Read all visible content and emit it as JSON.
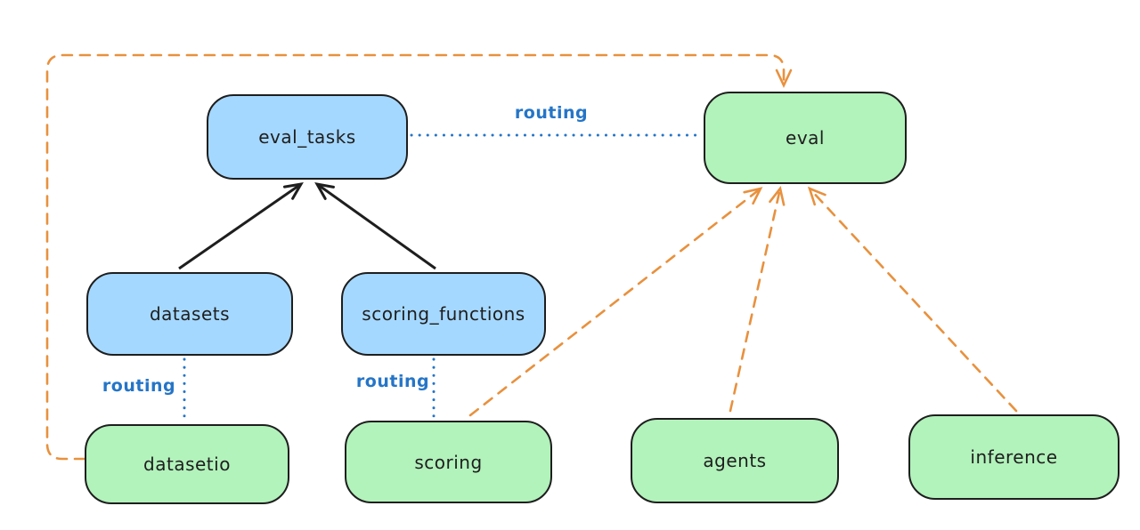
{
  "diagram": {
    "nodes": [
      {
        "id": "eval_tasks",
        "label": "eval_tasks",
        "fill": "#a5d8ff"
      },
      {
        "id": "eval",
        "label": "eval",
        "fill": "#b2f2bb"
      },
      {
        "id": "datasets",
        "label": "datasets",
        "fill": "#a5d8ff"
      },
      {
        "id": "scoring_functions",
        "label": "scoring_functions",
        "fill": "#a5d8ff"
      },
      {
        "id": "datasetio",
        "label": "datasetio",
        "fill": "#b2f2bb"
      },
      {
        "id": "scoring",
        "label": "scoring",
        "fill": "#b2f2bb"
      },
      {
        "id": "agents",
        "label": "agents",
        "fill": "#b2f2bb"
      },
      {
        "id": "inference",
        "label": "inference",
        "fill": "#b2f2bb"
      }
    ],
    "edges": [
      {
        "from": "eval_tasks",
        "to": "eval",
        "label": "routing",
        "style": "dotted",
        "color": "#2575c7",
        "arrowhead": false
      },
      {
        "from": "datasets",
        "to": "datasetio",
        "label": "routing",
        "style": "dotted",
        "color": "#2575c7",
        "arrowhead": false
      },
      {
        "from": "scoring_functions",
        "to": "scoring",
        "label": "routing",
        "style": "dotted",
        "color": "#2575c7",
        "arrowhead": false
      },
      {
        "from": "datasets",
        "to": "eval_tasks",
        "style": "solid",
        "color": "#1e1e1e",
        "arrowhead": true
      },
      {
        "from": "scoring_functions",
        "to": "eval_tasks",
        "style": "solid",
        "color": "#1e1e1e",
        "arrowhead": true
      },
      {
        "from": "datasetio",
        "to": "eval",
        "style": "dashed",
        "color": "#e8913e",
        "arrowhead": true,
        "route": "around-left-and-top"
      },
      {
        "from": "scoring",
        "to": "eval",
        "style": "dashed",
        "color": "#e8913e",
        "arrowhead": true
      },
      {
        "from": "agents",
        "to": "eval",
        "style": "dashed",
        "color": "#e8913e",
        "arrowhead": true
      },
      {
        "from": "inference",
        "to": "eval",
        "style": "dashed",
        "color": "#e8913e",
        "arrowhead": true
      }
    ],
    "colors": {
      "background": "#ffffff",
      "node_stroke": "#1e1e1e",
      "blue_node_fill": "#a5d8ff",
      "green_node_fill": "#b2f2bb",
      "routing_blue": "#2575c7",
      "provider_orange": "#e8913e"
    }
  }
}
